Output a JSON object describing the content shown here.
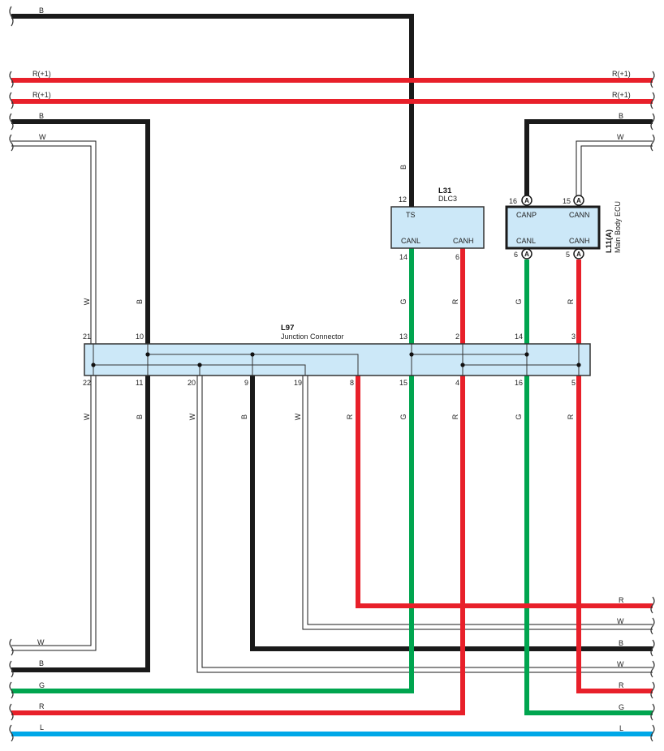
{
  "colors": {
    "black": "#1a1a1a",
    "red": "#e8202a",
    "green": "#00a54f",
    "blue": "#00a8e8",
    "box_fill": "#cce8f8",
    "box_stroke": "#333333"
  },
  "wire_codes": {
    "black": "B",
    "red": "R",
    "green": "G",
    "white": "W",
    "blue": "L",
    "power": "R(+1)"
  },
  "dlc3": {
    "id": "L31",
    "name": "DLC3",
    "pin_ts": "TS",
    "pin_canl": "CANL",
    "pin_canh": "CANH",
    "pin_12": "12",
    "pin_14": "14",
    "pin_6": "6"
  },
  "ecu": {
    "id": "L11(A)",
    "name": "Main Body ECU",
    "pin_canp": "CANP",
    "pin_cann": "CANN",
    "pin_canl": "CANL",
    "pin_canh": "CANH",
    "pin_16": "16",
    "pin_15": "15",
    "pin_6": "6",
    "pin_5": "5",
    "connector_letter": "A"
  },
  "junction": {
    "id": "L97",
    "name": "Junction Connector",
    "top_pins": [
      "21",
      "10",
      "13",
      "2",
      "14",
      "3"
    ],
    "bottom_pins": [
      "22",
      "11",
      "20",
      "9",
      "19",
      "8",
      "15",
      "4",
      "16",
      "5"
    ]
  },
  "icon": {
    "wire_break": "break-wave-icon"
  }
}
